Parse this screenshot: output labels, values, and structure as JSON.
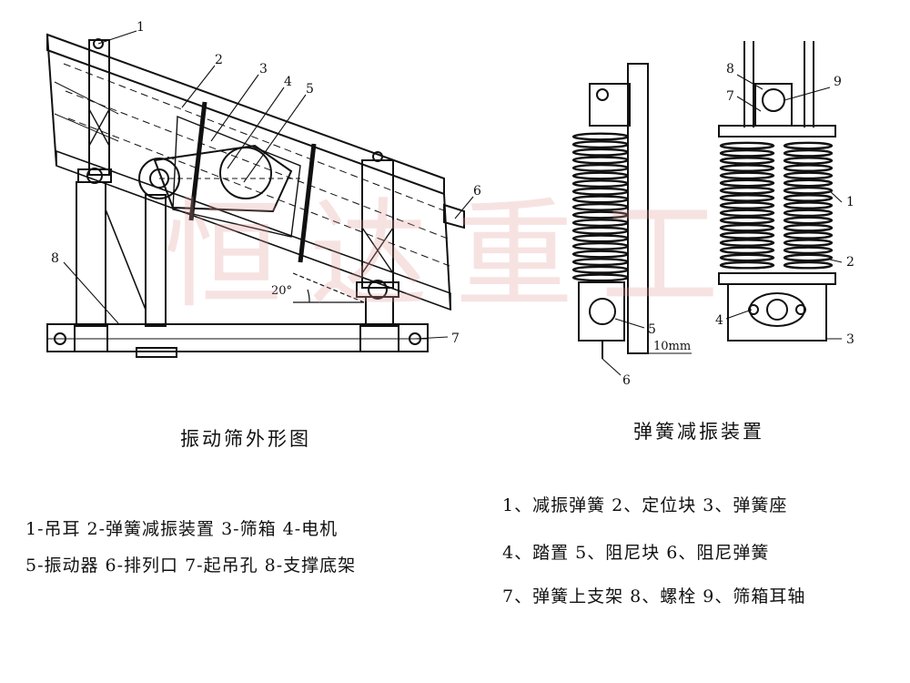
{
  "watermark": "恒达重工",
  "left_figure": {
    "caption": "振动筛外形图",
    "angle_label": "20°",
    "callouts": [
      "1",
      "2",
      "3",
      "4",
      "5",
      "6",
      "7",
      "8"
    ]
  },
  "right_figure": {
    "caption": "弹簧减振装置",
    "dim_label": "10mm",
    "callouts": [
      "1",
      "2",
      "3",
      "4",
      "5",
      "6",
      "7",
      "8",
      "9"
    ]
  },
  "legend_left": [
    "1-吊耳 2-弹簧减振装置 3-筛箱 4-电机",
    "5-振动器 6-排列口 7-起吊孔 8-支撑底架"
  ],
  "legend_right": [
    "1、减振弹簧 2、定位块 3、弹簧座",
    "4、踏置 5、阻尼块 6、阻尼弹簧",
    "7、弹簧上支架 8、螺栓 9、筛箱耳轴"
  ]
}
